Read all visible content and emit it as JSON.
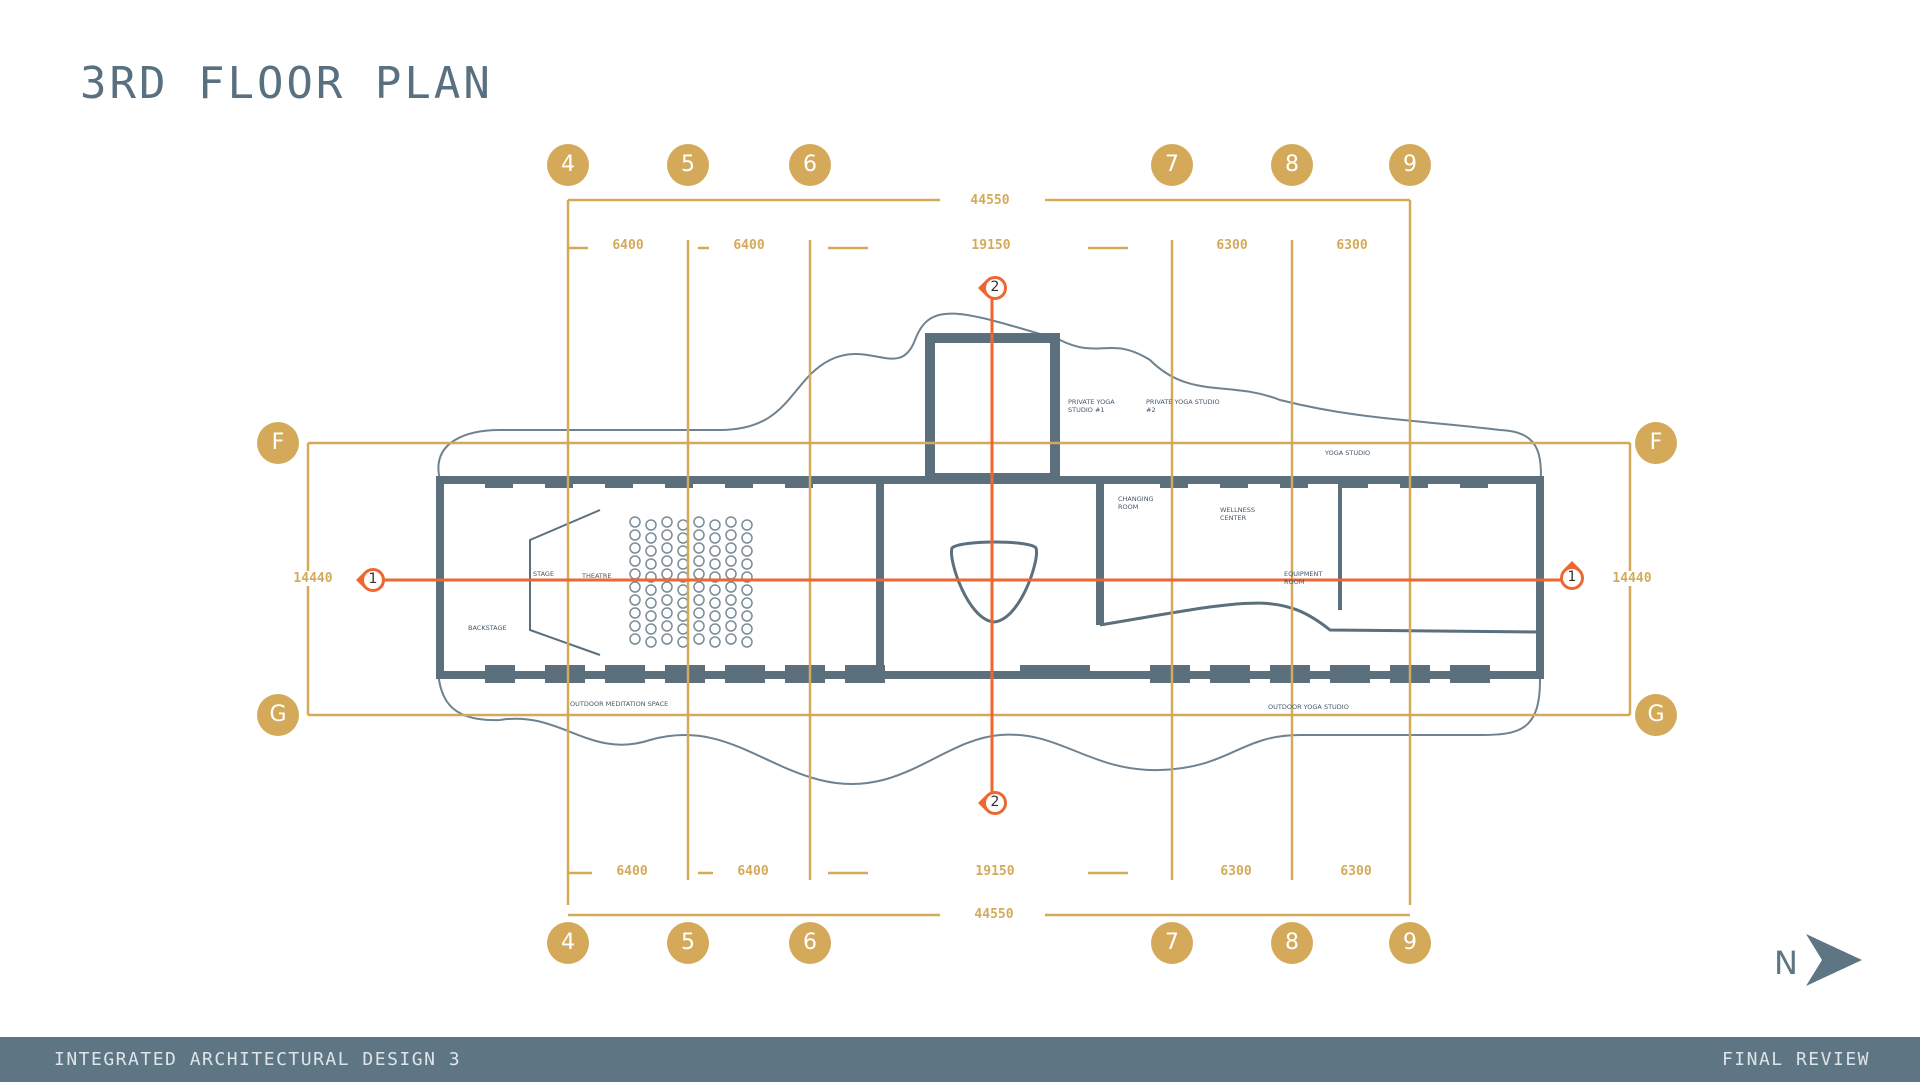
{
  "title": "3RD FLOOR PLAN",
  "footer": {
    "left": "INTEGRATED ARCHITECTURAL DESIGN 3",
    "right": "FINAL REVIEW"
  },
  "north": "N",
  "grid": {
    "columns": [
      "4",
      "5",
      "6",
      "7",
      "8",
      "9"
    ],
    "rows": [
      "F",
      "G"
    ]
  },
  "dimensions": {
    "overall": "44550",
    "bays": [
      "6400",
      "6400",
      "19150",
      "6300",
      "6300"
    ],
    "bays_bottom": [
      "6400",
      "6400",
      "19150",
      "6300",
      "6300"
    ],
    "depth": "14440"
  },
  "sections": [
    "1",
    "2"
  ],
  "rooms": {
    "yoga1": "PRIVATE YOGA STUDIO #1",
    "yoga2": "PRIVATE YOGA STUDIO #2",
    "yoga_studio": "YOGA STUDIO",
    "changing": "CHANGING ROOM",
    "wellness": "WELLNESS CENTER",
    "equipment": "EQUIPMENT ROOM",
    "stage": "STAGE",
    "theatre": "THEATRE",
    "backstage": "BACKSTAGE",
    "outdoor_meditation": "OUTDOOR MEDITATION SPACE",
    "outdoor_yoga": "OUTDOOR YOGA STUDIO"
  },
  "colors": {
    "gold": "#d4aa5a",
    "orange": "#ee6630",
    "wall": "#5b6f7d",
    "footer": "#5e7583"
  }
}
